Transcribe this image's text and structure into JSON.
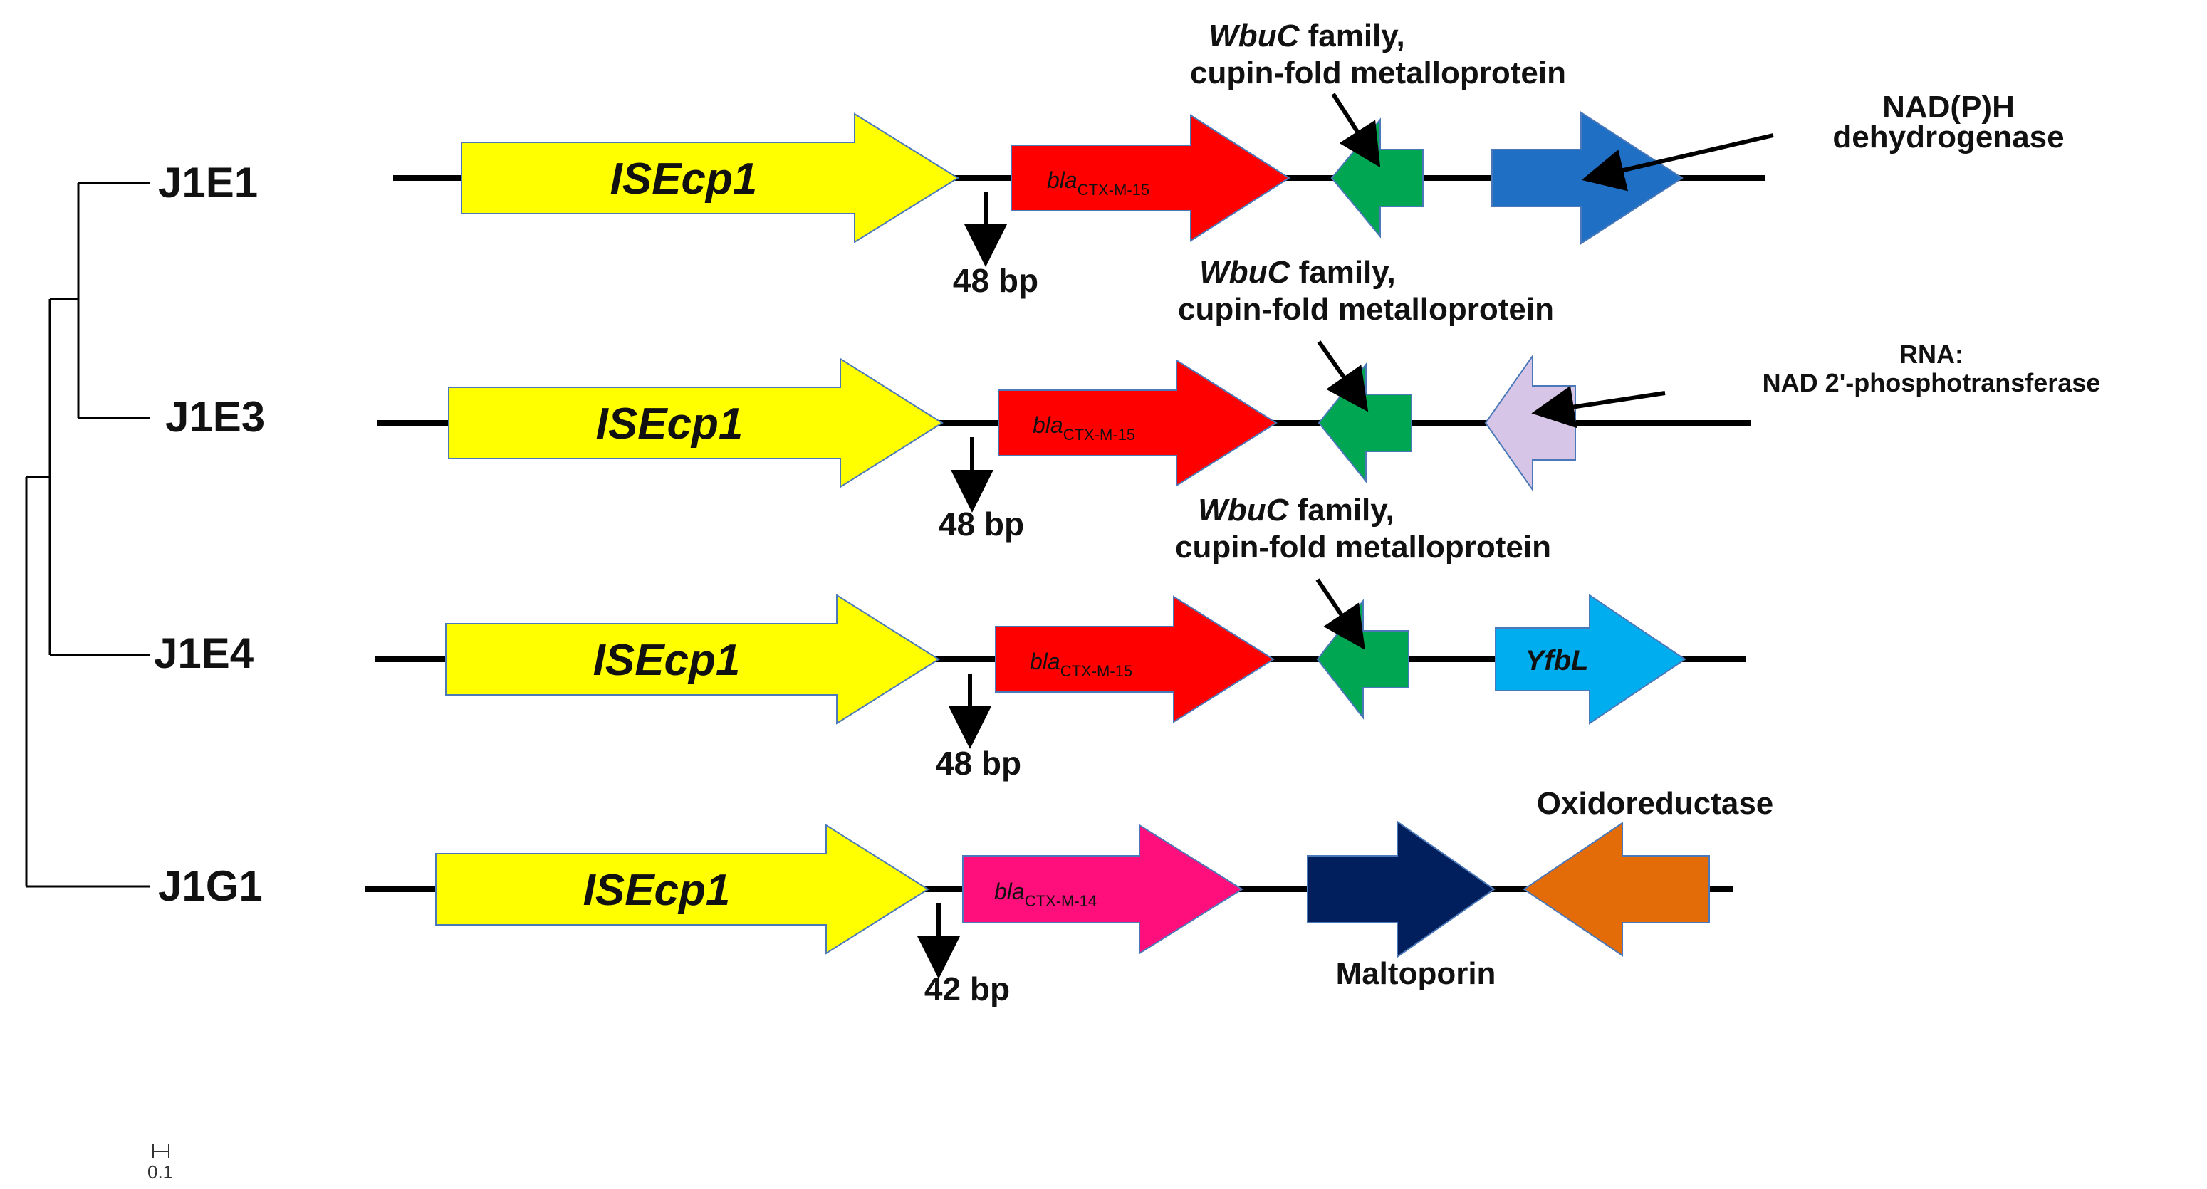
{
  "tree": {
    "isolates": [
      "J1E1",
      "J1E3",
      "J1E4",
      "J1G1"
    ],
    "scale_label": "0.1"
  },
  "rows": [
    {
      "isolate": "J1E1",
      "is_label": "ISEcp1",
      "bla_label": "bla",
      "bla_sub": "CTX-M-15",
      "spacer": "48 bp",
      "wbuc_line1": "WbuC",
      "wbuc_line1_rest": " family,",
      "wbuc_line2": "cupin-fold metalloprotein",
      "fourth_label_line1": "NAD(P)H",
      "fourth_label_line2": "dehydrogenase"
    },
    {
      "isolate": "J1E3",
      "is_label": "ISEcp1",
      "bla_label": "bla",
      "bla_sub": "CTX-M-15",
      "spacer": "48 bp",
      "wbuc_line1": "WbuC",
      "wbuc_line1_rest": " family,",
      "wbuc_line2": "cupin-fold metalloprotein",
      "fourth_label_line1": "RNA:",
      "fourth_label_line2": "NAD 2'-phosphotransferase"
    },
    {
      "isolate": "J1E4",
      "is_label": "ISEcp1",
      "bla_label": "bla",
      "bla_sub": "CTX-M-15",
      "spacer": "48 bp",
      "wbuc_line1": "WbuC",
      "wbuc_line1_rest": " family,",
      "wbuc_line2": "cupin-fold metalloprotein",
      "fourth_label": "YfbL"
    },
    {
      "isolate": "J1G1",
      "is_label": "ISEcp1",
      "bla_label": "bla",
      "bla_sub": "CTX-M-14",
      "spacer": "42 bp",
      "third_label": "Maltoporin",
      "fourth_label": "Oxidoreductase"
    }
  ],
  "colors": {
    "isecp1": "#ffff00",
    "bla_ctx_m_15": "#ff0000",
    "bla_ctx_m_14": "#ff0f7b",
    "wbuc": "#00a651",
    "nadph": "#1f6fc5",
    "rna_nad": "#d7c5e8",
    "yfbl": "#00aeef",
    "maltoporin": "#001f5c",
    "oxidoreductase": "#e36c09"
  }
}
